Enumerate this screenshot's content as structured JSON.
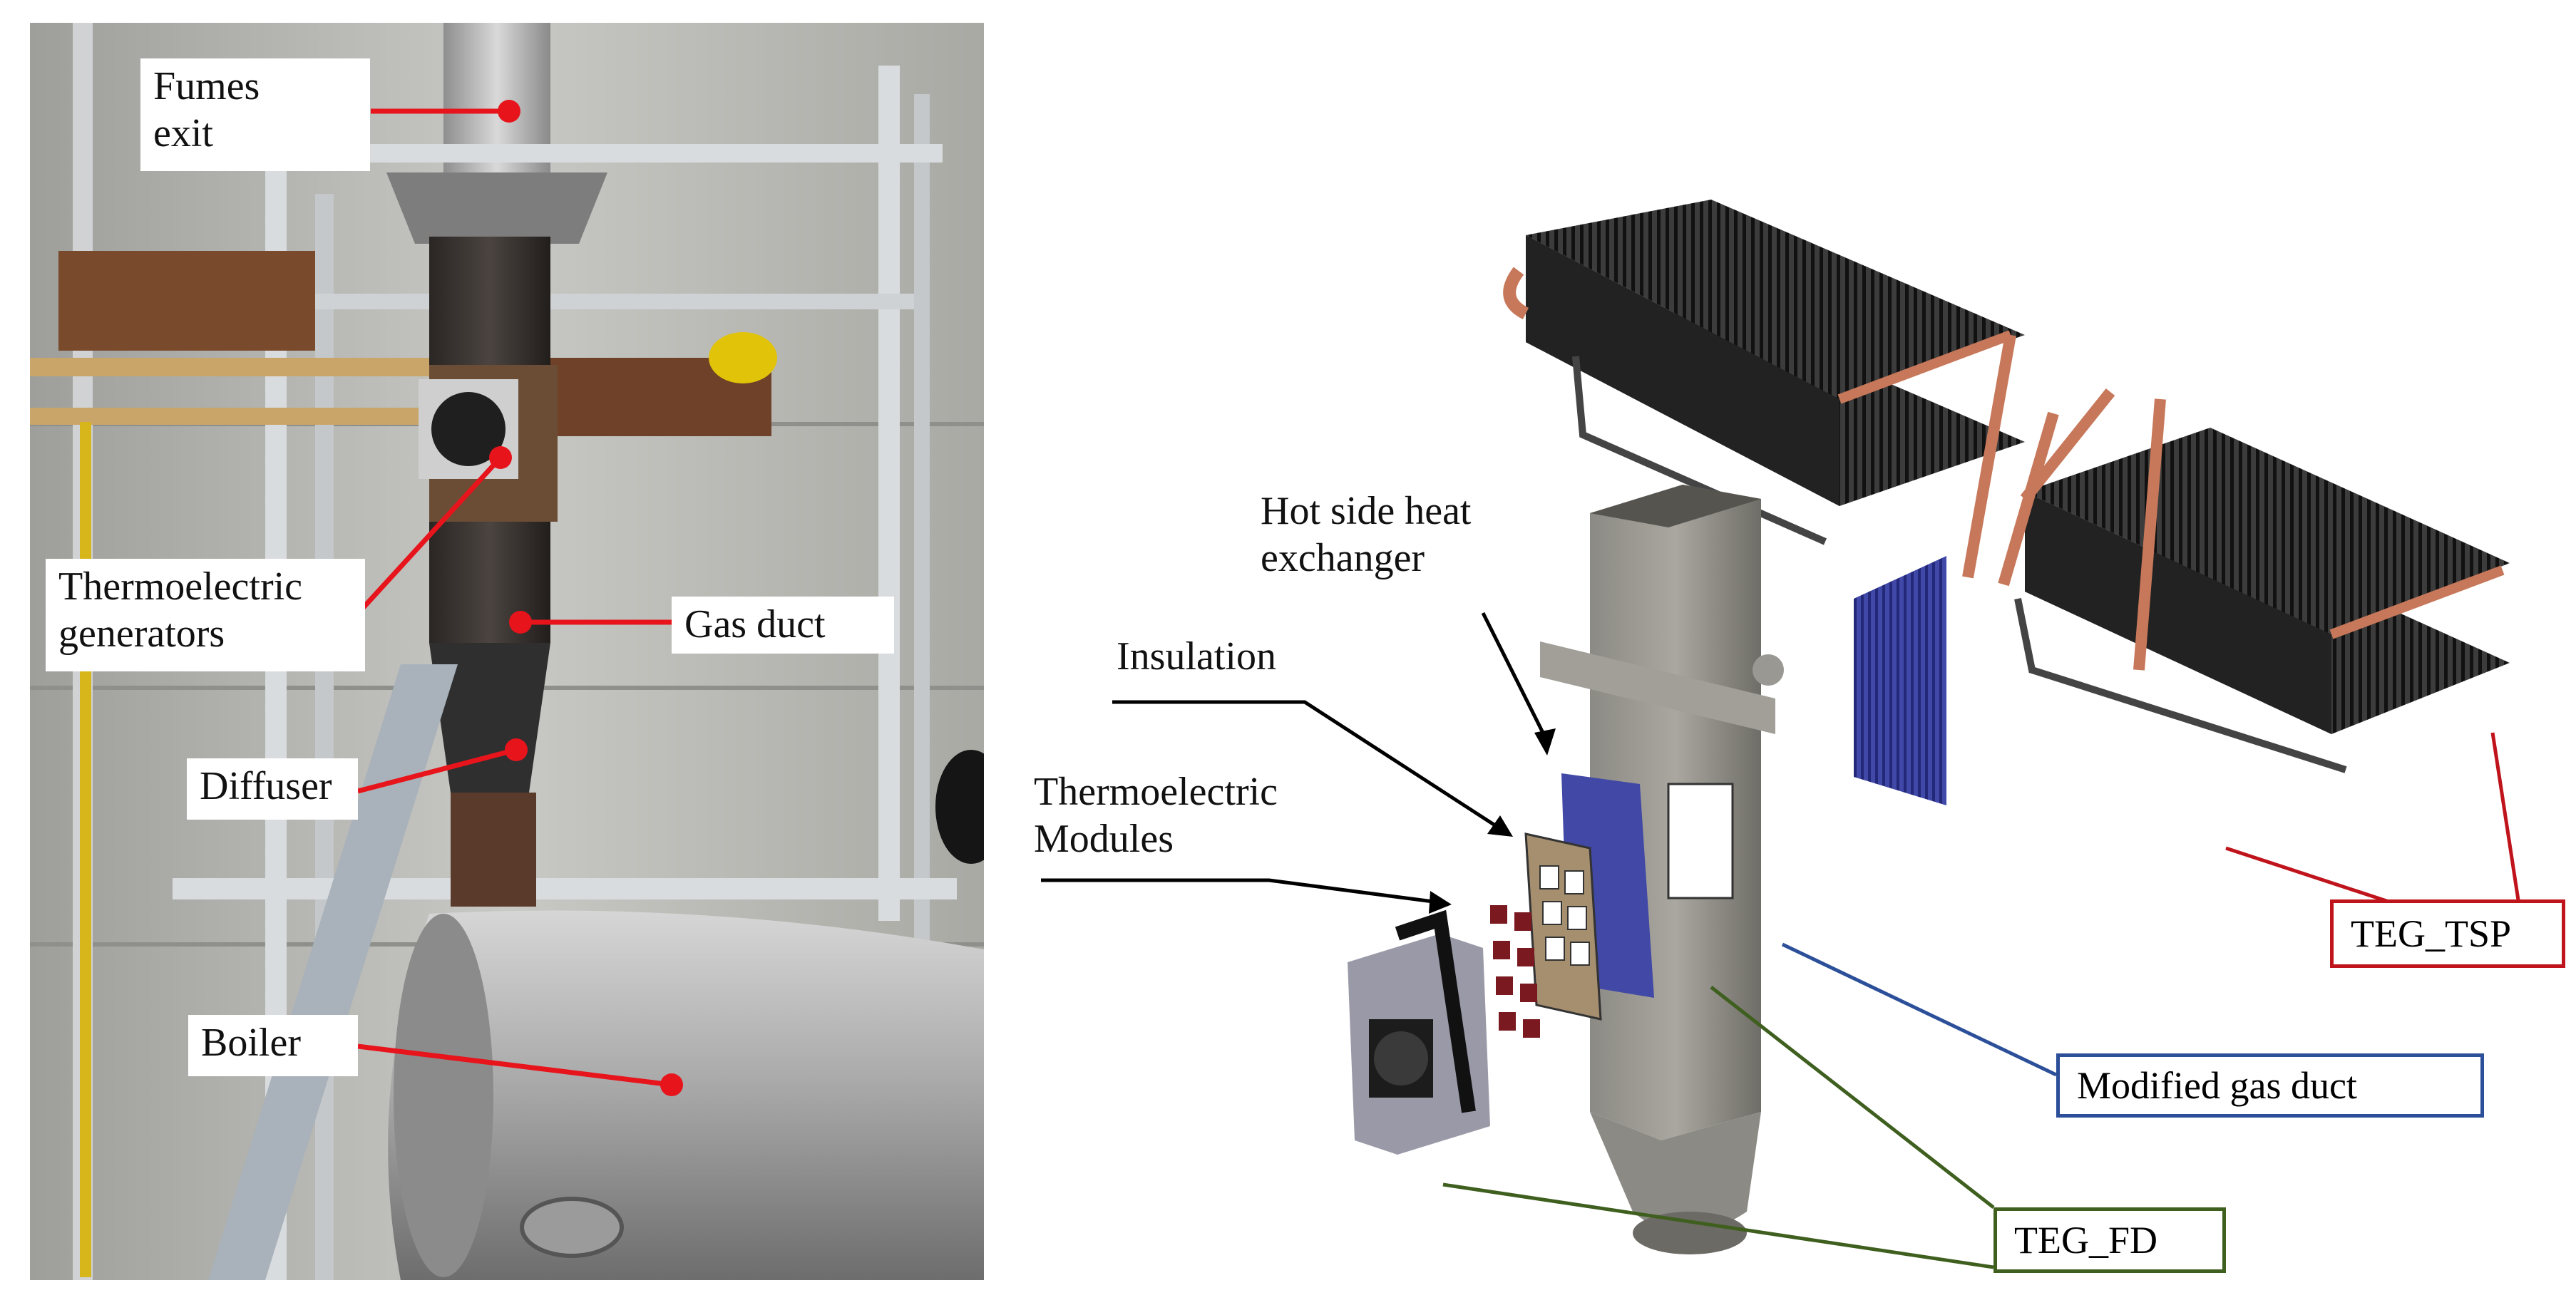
{
  "photo": {
    "labels": {
      "fumes_exit": "Fumes\n      exit",
      "thermoelectric_generators": "Thermoelectric\n generators",
      "gas_duct": "Gas duct",
      "diffuser": "Diffuser",
      "boiler": "Boiler"
    },
    "colors": {
      "pointer": "#e8141c"
    }
  },
  "cad": {
    "labels": {
      "hot_side_heat_exchanger": "Hot side heat\n    exchanger",
      "insulation": "Insulation",
      "thermoelectric_modules": "Thermoelectric\n      Modules",
      "teg_tsp": "TEG_TSP",
      "modified_gas_duct": "Modified gas duct",
      "teg_fd": "TEG_FD"
    },
    "colors": {
      "teg_tsp": "#c0141c",
      "modified_gas_duct": "#2c4f9a",
      "teg_fd": "#3f5f1f",
      "pointer": "#000000"
    }
  }
}
